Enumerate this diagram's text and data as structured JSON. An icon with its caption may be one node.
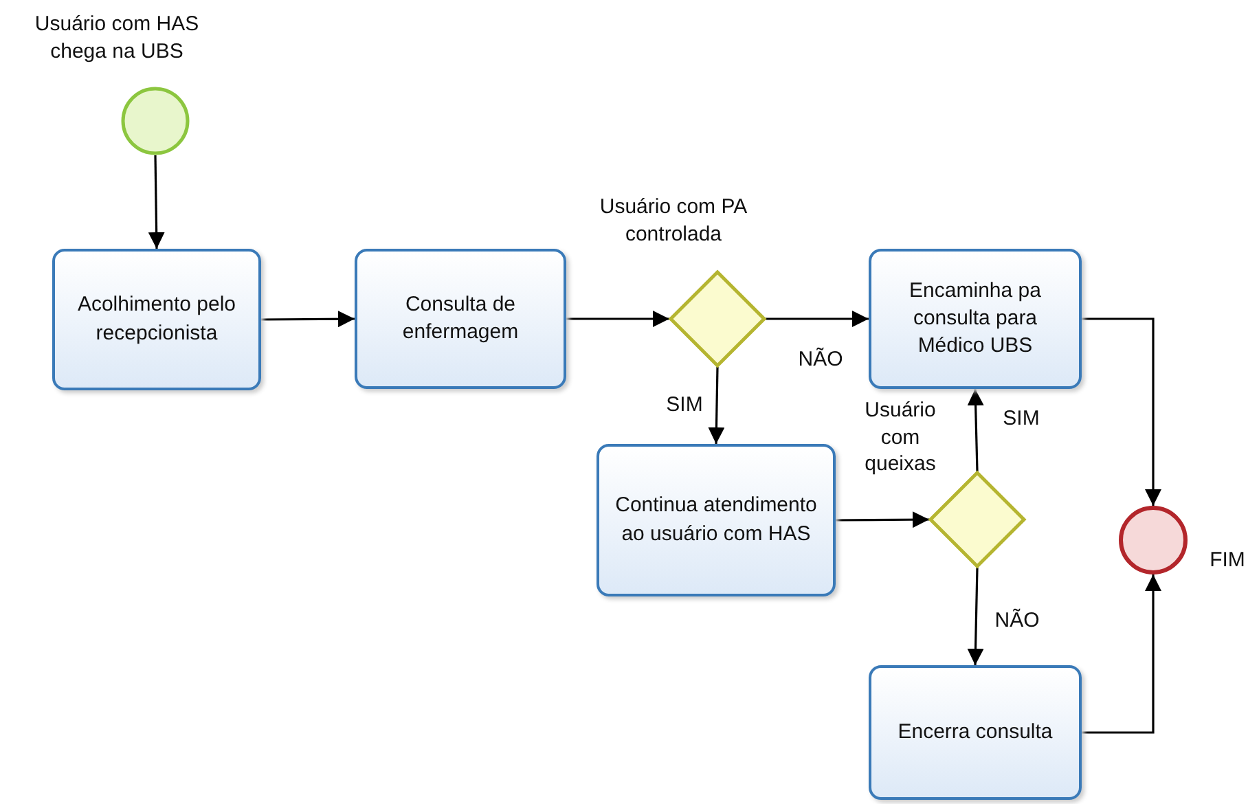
{
  "diagram": {
    "nodes": [
      {
        "text": [],
        "shape": "circle",
        "beside": [
          "Usuário com HAS chega na UBS"
        ]
      },
      {
        "text": [
          "Acolhimento pelo recepcionista"
        ]
      },
      {
        "text": [
          "Consulta de enfermagem"
        ]
      },
      {
        "text": [],
        "shape": "diamond",
        "beside": [
          "Usuário com PA controlada"
        ]
      },
      {
        "text": [
          "Encaminha pa consulta para Médico UBS"
        ]
      },
      {
        "text": [
          "Continua atendimento ao usuário com HAS"
        ]
      },
      {
        "text": [],
        "shape": "diamond",
        "beside": [
          "Usuário com queixas"
        ]
      },
      {
        "text": [
          "Encerra consulta"
        ]
      },
      {
        "text": [],
        "shape": "circle",
        "beside": [
          "FIM"
        ]
      }
    ],
    "edges": [
      {
        "from": 0,
        "to": 1,
        "arrow": "to"
      },
      {
        "from": 1,
        "to": 2,
        "arrow": "to"
      },
      {
        "from": 2,
        "to": 3,
        "arrow": "to"
      },
      {
        "from": 3,
        "to": 4,
        "arrow": "to",
        "label": "NÃO"
      },
      {
        "from": 3,
        "to": 5,
        "arrow": "to",
        "label": "SIM"
      },
      {
        "from": 5,
        "to": 6,
        "arrow": "to"
      },
      {
        "from": 6,
        "to": 4,
        "arrow": "to",
        "label": "SIM"
      },
      {
        "from": 6,
        "to": 7,
        "arrow": "to",
        "label": "NÃO"
      },
      {
        "from": 4,
        "to": 8,
        "arrow": "to"
      },
      {
        "from": 7,
        "to": 8,
        "arrow": "to"
      }
    ]
  }
}
